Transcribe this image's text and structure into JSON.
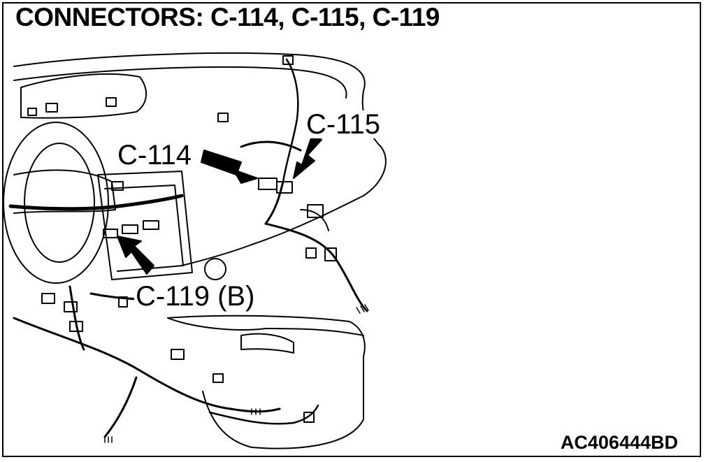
{
  "title": "CONNECTORS: C-114, C-115, C-119",
  "callouts": {
    "c114": "C-114",
    "c115": "C-115",
    "c119": "C-119 (B)"
  },
  "reference_code": "AC406444BD",
  "colors": {
    "line": "#000000",
    "background": "#ffffff"
  }
}
